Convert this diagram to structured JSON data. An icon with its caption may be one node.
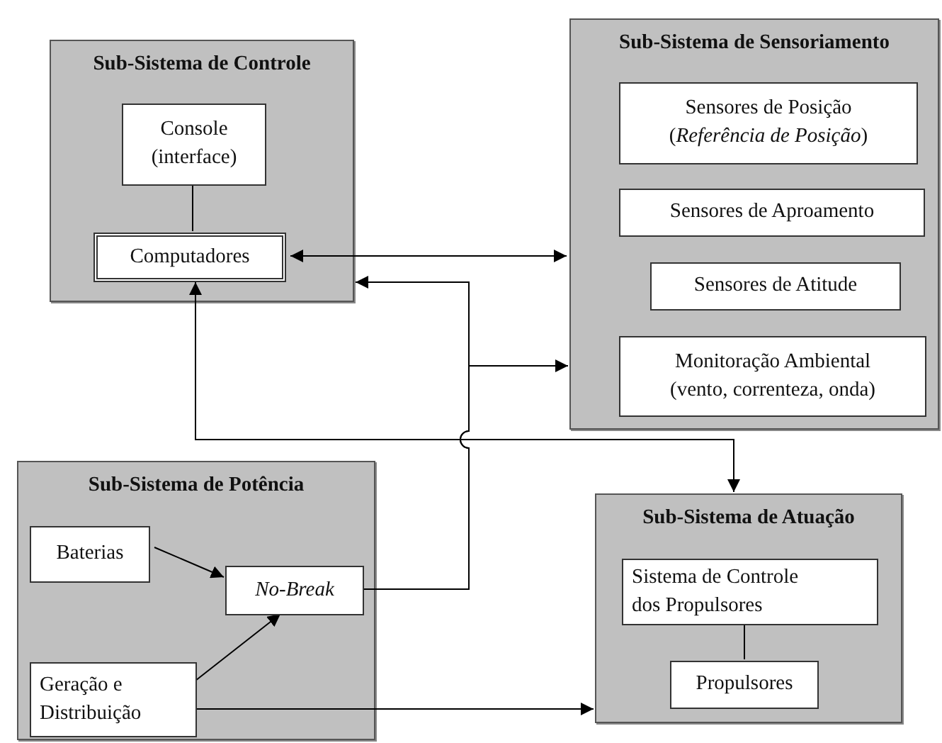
{
  "diagram": {
    "nodes": [
      {
        "text": [
          "Sub-Sistema de Controle"
        ]
      },
      {
        "text": [
          "Console (interface)"
        ],
        "in": 0
      },
      {
        "text": [
          "Computadores"
        ],
        "in": 0
      },
      {
        "text": [
          "Sub-Sistema de Sensoriamento"
        ]
      },
      {
        "text": [
          "Sensores de Posição (*Referência de Posição*)"
        ],
        "in": 3
      },
      {
        "text": [
          "Sensores de Aproamento"
        ],
        "in": 3
      },
      {
        "text": [
          "Sensores de Atitude"
        ],
        "in": 3
      },
      {
        "text": [
          "Monitoração Ambiental (vento, correnteza, onda)"
        ],
        "in": 3
      },
      {
        "text": [
          "Sub-Sistema de Potência"
        ]
      },
      {
        "text": [
          "Baterias"
        ],
        "in": 8
      },
      {
        "text": [
          "No-Break"
        ],
        "in": 8
      },
      {
        "text": [
          "Geração e Distribuição"
        ],
        "in": 8
      },
      {
        "text": [
          "Sub-Sistema de Atuação"
        ]
      },
      {
        "text": [
          "Sistema de Controle dos Propulsores"
        ],
        "in": 12
      },
      {
        "text": [
          "Propulsores"
        ],
        "in": 12
      }
    ],
    "edges": [
      {
        "from": 1,
        "to": 2,
        "arrow": "none"
      },
      {
        "from": 2,
        "to": 3,
        "arrow": "both"
      },
      {
        "from": 10,
        "to": 0,
        "arrow": "to"
      },
      {
        "from": 10,
        "to": 3,
        "arrow": "to"
      },
      {
        "from": 2,
        "to": 12,
        "arrow": "both"
      },
      {
        "from": 9,
        "to": 10,
        "arrow": "to"
      },
      {
        "from": 11,
        "to": 10,
        "arrow": "to"
      },
      {
        "from": 11,
        "to": 12,
        "arrow": "to"
      },
      {
        "from": 13,
        "to": 14,
        "arrow": "none"
      }
    ]
  }
}
